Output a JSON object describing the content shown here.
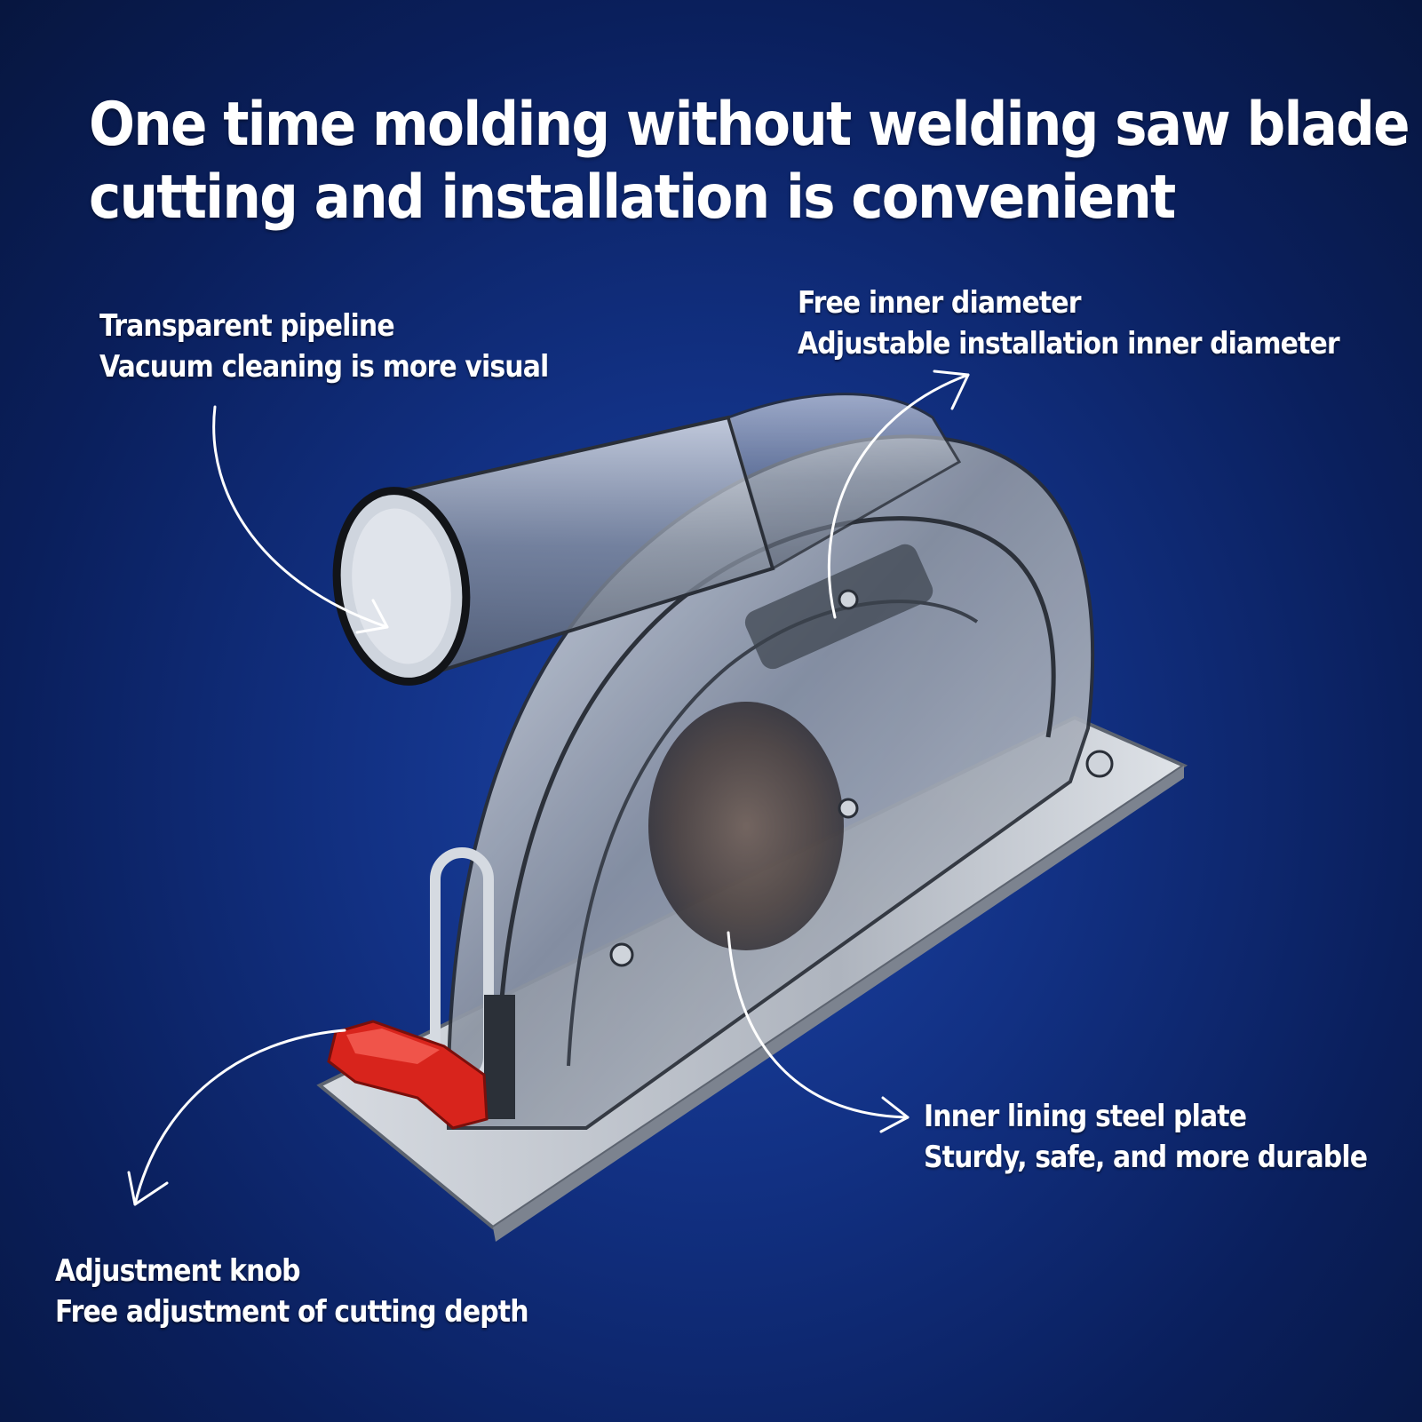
{
  "headline": {
    "line1": "One time molding without welding saw blade",
    "line2": "cutting and installation is convenient"
  },
  "callouts": {
    "pipeline": {
      "title": "Transparent pipeline",
      "subtitle": "Vacuum cleaning is more visual"
    },
    "diameter": {
      "title": "Free inner diameter",
      "subtitle": "Adjustable installation inner diameter"
    },
    "plate": {
      "title": "Inner lining steel plate",
      "subtitle": "Sturdy, safe, and more durable"
    },
    "knob": {
      "title": "Adjustment knob",
      "subtitle": "Free adjustment of cutting depth"
    }
  },
  "colors": {
    "background": "#123184",
    "text": "#ffffff",
    "knob": "#d8241c"
  },
  "icons": [
    "arrow-icon"
  ]
}
